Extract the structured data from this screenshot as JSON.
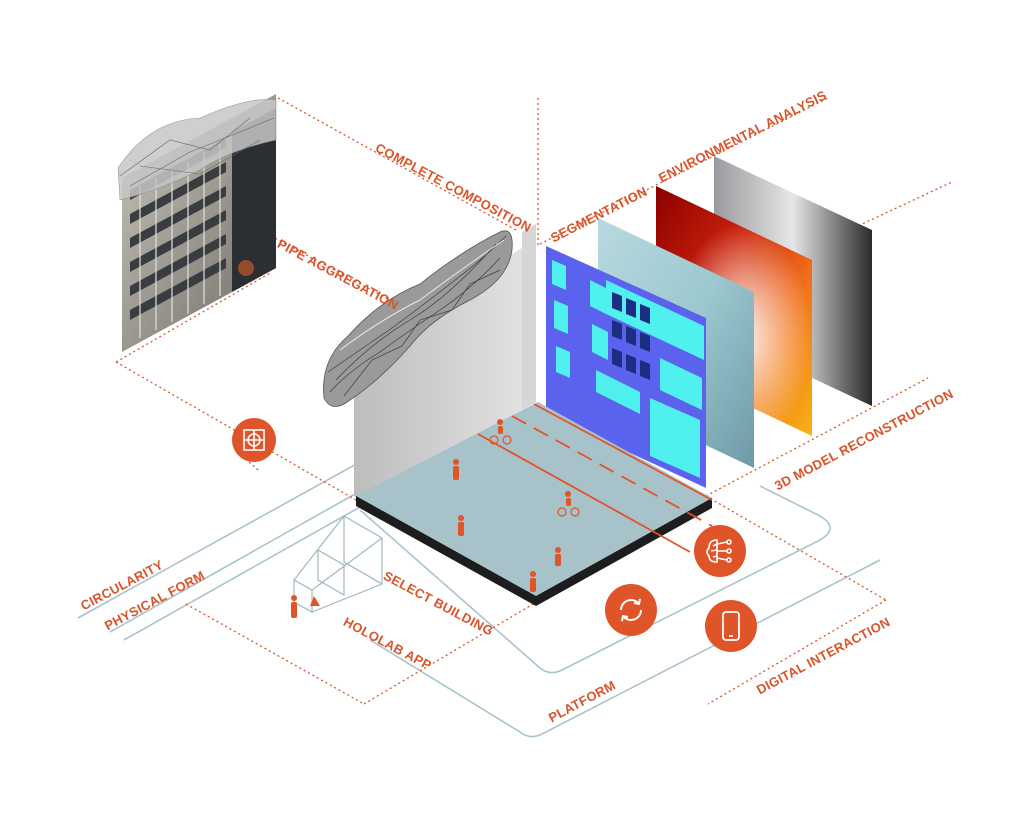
{
  "labels": {
    "complete_composition": "COMPLETE COMPOSITION",
    "environmental_analysis": "ENVIRONMENTAL ANALYSIS",
    "segmentation": "SEGMENTATION",
    "pipe_aggregation": "PIPE AGGREGATION",
    "model_reconstruction": "3D MODEL RECONSTRUCTION",
    "circularity": "CIRCULARITY",
    "physical_form": "PHYSICAL FORM",
    "select_building": "SELECT BUILDING",
    "hololab_app": "HOLOLAB APP",
    "platform": "PLATFORM",
    "digital_interaction": "DIGITAL INTERACTION"
  },
  "icons": {
    "wireframe_cube": "wireframe-cube-icon",
    "ai_brain": "ai-brain-icon",
    "sync": "sync-icon",
    "smartphone": "smartphone-icon"
  },
  "colors": {
    "accent": "#e0542a",
    "platform_line": "#a9c4cc",
    "floor": "#a7c2c9",
    "segmentation_blue": "#5a62f0",
    "segmentation_cyan": "#4ef0f0"
  }
}
